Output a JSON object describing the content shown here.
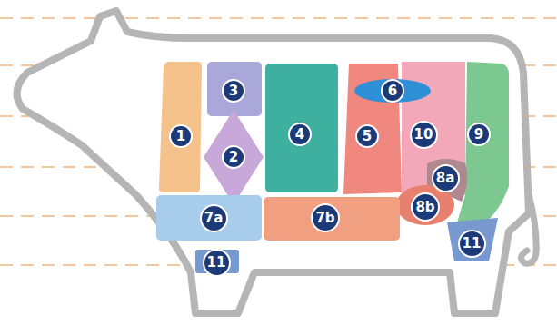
{
  "diagram": {
    "nodes": [
      {
        "text": [
          "1"
        ]
      },
      {
        "text": [
          "3"
        ]
      },
      {
        "text": [
          "2"
        ]
      },
      {
        "text": [
          "4"
        ]
      },
      {
        "text": [
          "5"
        ]
      },
      {
        "text": [
          "6"
        ]
      },
      {
        "text": [
          "10"
        ]
      },
      {
        "text": [
          "9"
        ]
      },
      {
        "text": [
          "8a"
        ]
      },
      {
        "text": [
          "8b"
        ]
      },
      {
        "text": [
          "7a"
        ]
      },
      {
        "text": [
          "7b"
        ]
      },
      {
        "text": [
          "11"
        ]
      },
      {
        "text": [
          "11"
        ]
      }
    ]
  }
}
